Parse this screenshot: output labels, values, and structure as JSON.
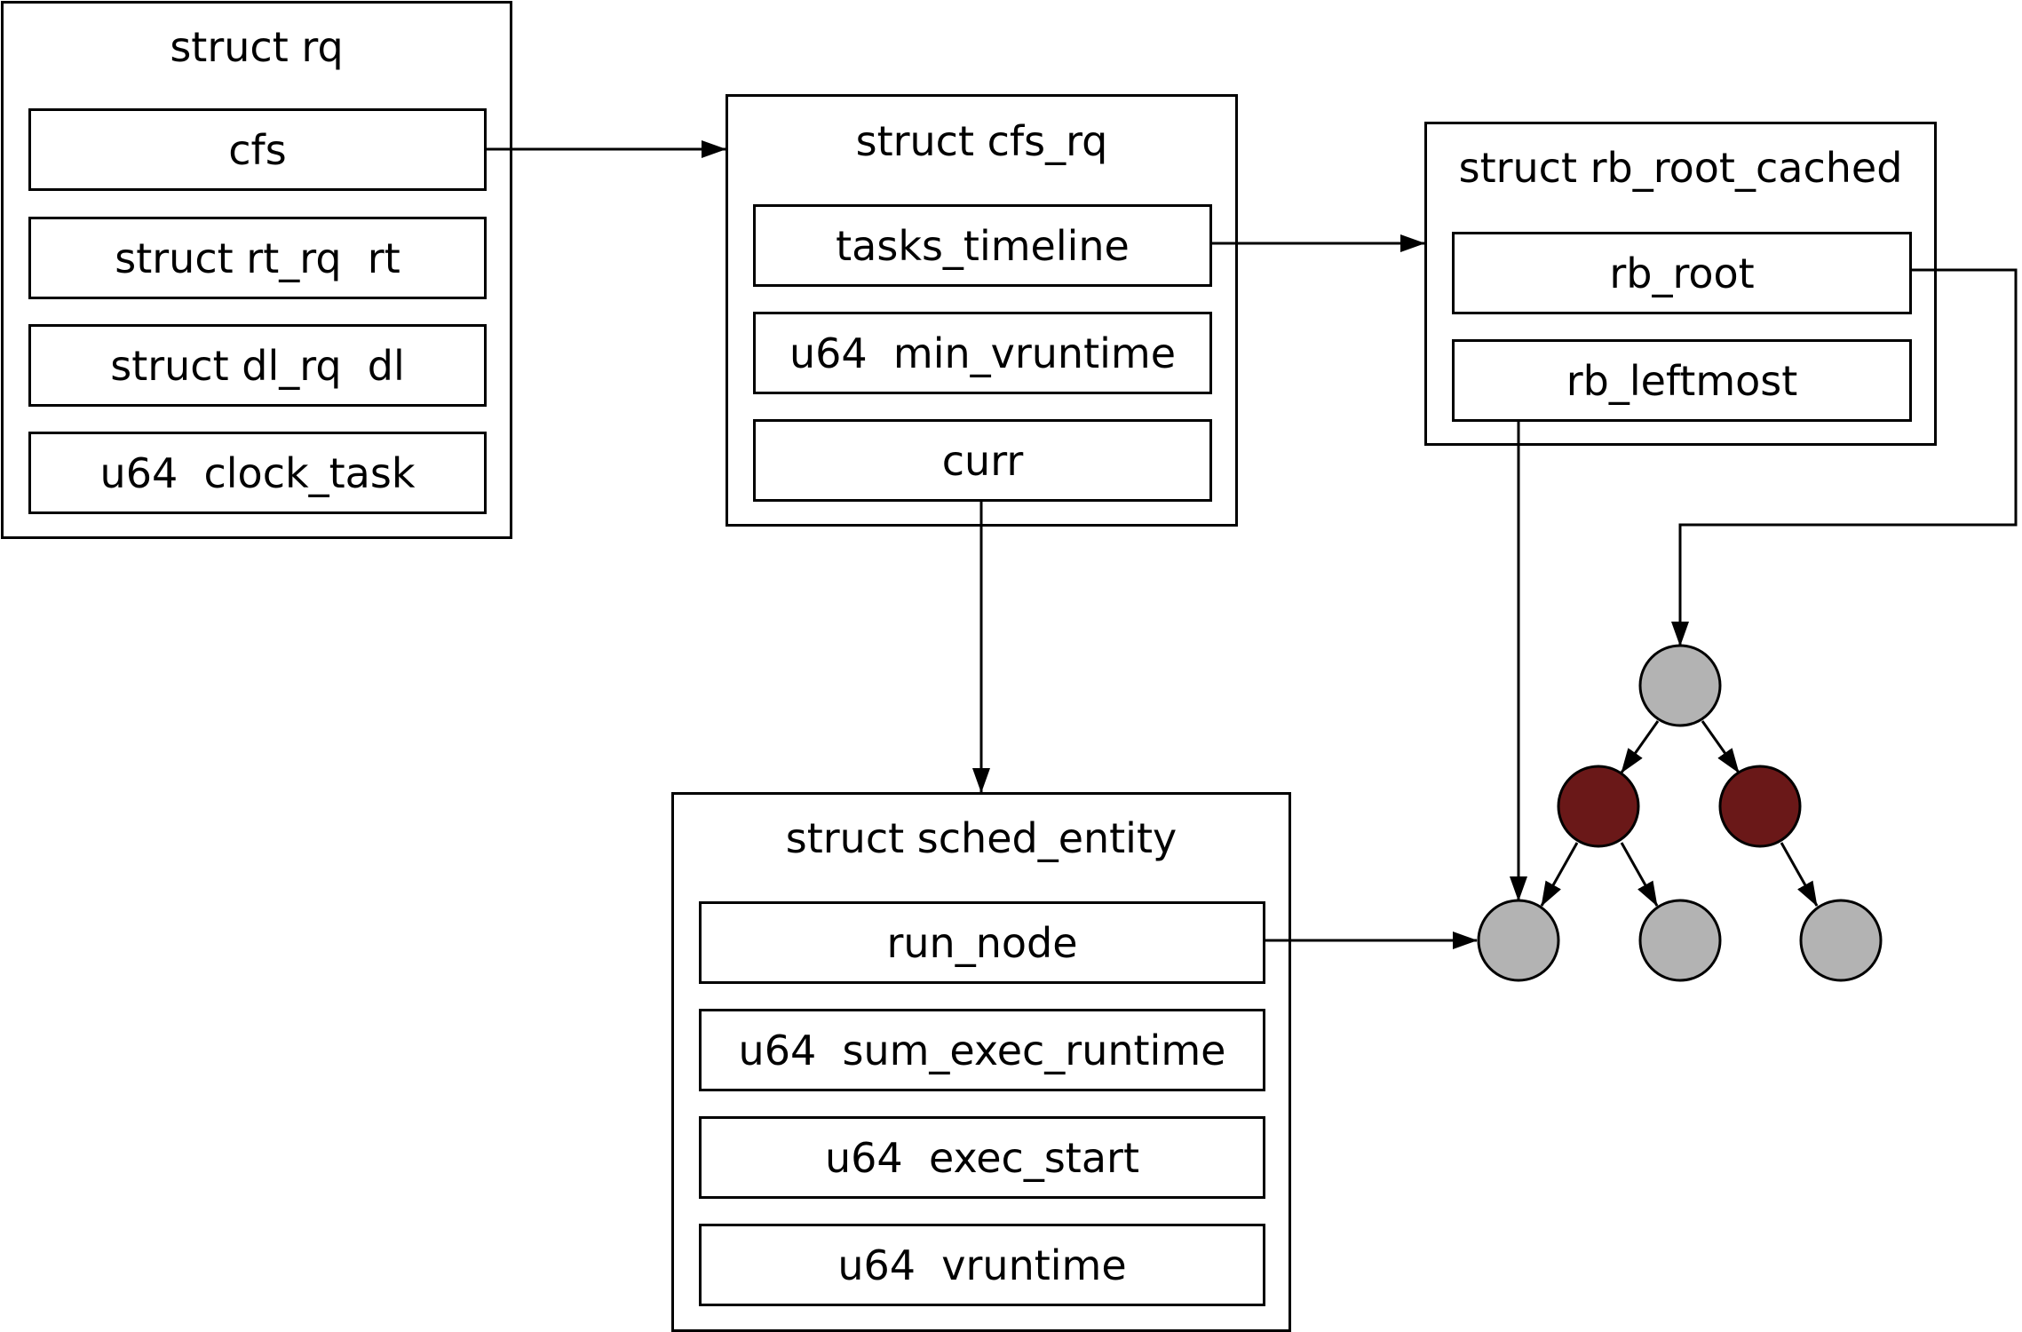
{
  "structs": {
    "rq": {
      "title": "struct rq",
      "fields": [
        "cfs",
        "struct rt_rq  rt",
        "struct dl_rq  dl",
        "u64  clock_task"
      ]
    },
    "cfs_rq": {
      "title": "struct cfs_rq",
      "fields": [
        "tasks_timeline",
        "u64  min_vruntime",
        "curr"
      ]
    },
    "rb_root_cached": {
      "title": "struct rb_root_cached",
      "fields": [
        "rb_root",
        "rb_leftmost"
      ]
    },
    "sched_entity": {
      "title": "struct sched_entity",
      "fields": [
        "run_node",
        "u64  sum_exec_runtime",
        "u64  exec_start",
        "u64  vruntime"
      ]
    }
  },
  "rbtree": {
    "colors": {
      "black_node": "#b3b3b3",
      "red_node": "#6a1818"
    },
    "nodes": [
      "root",
      "left-red",
      "right-red",
      "leftmost-leaf",
      "middle-leaf",
      "right-leaf"
    ]
  }
}
